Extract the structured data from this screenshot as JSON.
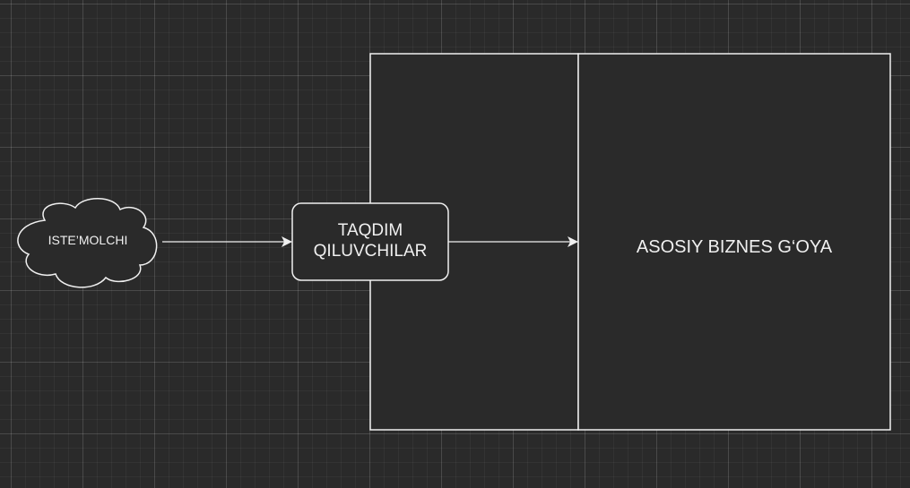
{
  "diagram": {
    "nodes": {
      "consumer": {
        "label": "ISTE’MOLCHI",
        "shape": "cloud"
      },
      "providers": {
        "label": "TAQDIM\nQILUVCHILAR",
        "shape": "rounded-rectangle"
      },
      "outer_panel": {
        "label": "",
        "shape": "rectangle"
      },
      "main_idea": {
        "label": "ASOSIY BIZNES G‘OYA",
        "shape": "rectangle"
      }
    },
    "edges": [
      {
        "from": "consumer",
        "to": "providers",
        "arrow": "open"
      },
      {
        "from": "providers",
        "to": "main_idea",
        "arrow": "open"
      }
    ]
  },
  "colors": {
    "background": "#2a2a2a",
    "stroke": "#f0f0f0",
    "text": "#f0f0f0"
  }
}
